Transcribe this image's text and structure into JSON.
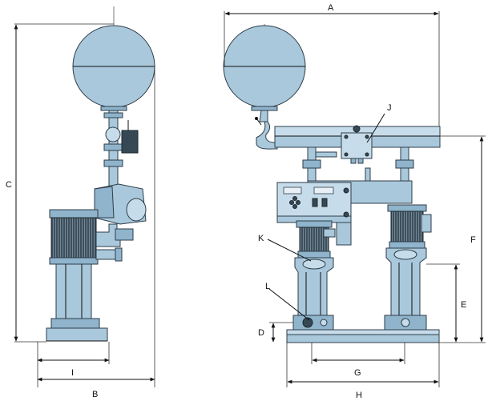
{
  "diagram": {
    "labels": {
      "A": "A",
      "B": "B",
      "C": "C",
      "D": "D",
      "E": "E",
      "F": "F",
      "G": "G",
      "H": "H",
      "I": "I",
      "J": "J",
      "K": "K",
      "L": "L"
    }
  },
  "colors": {
    "body": "#a9c8dc",
    "body_dark": "#8fb4cc",
    "body_light": "#c7dcea",
    "motor": "#364854",
    "lines": "#111111"
  }
}
